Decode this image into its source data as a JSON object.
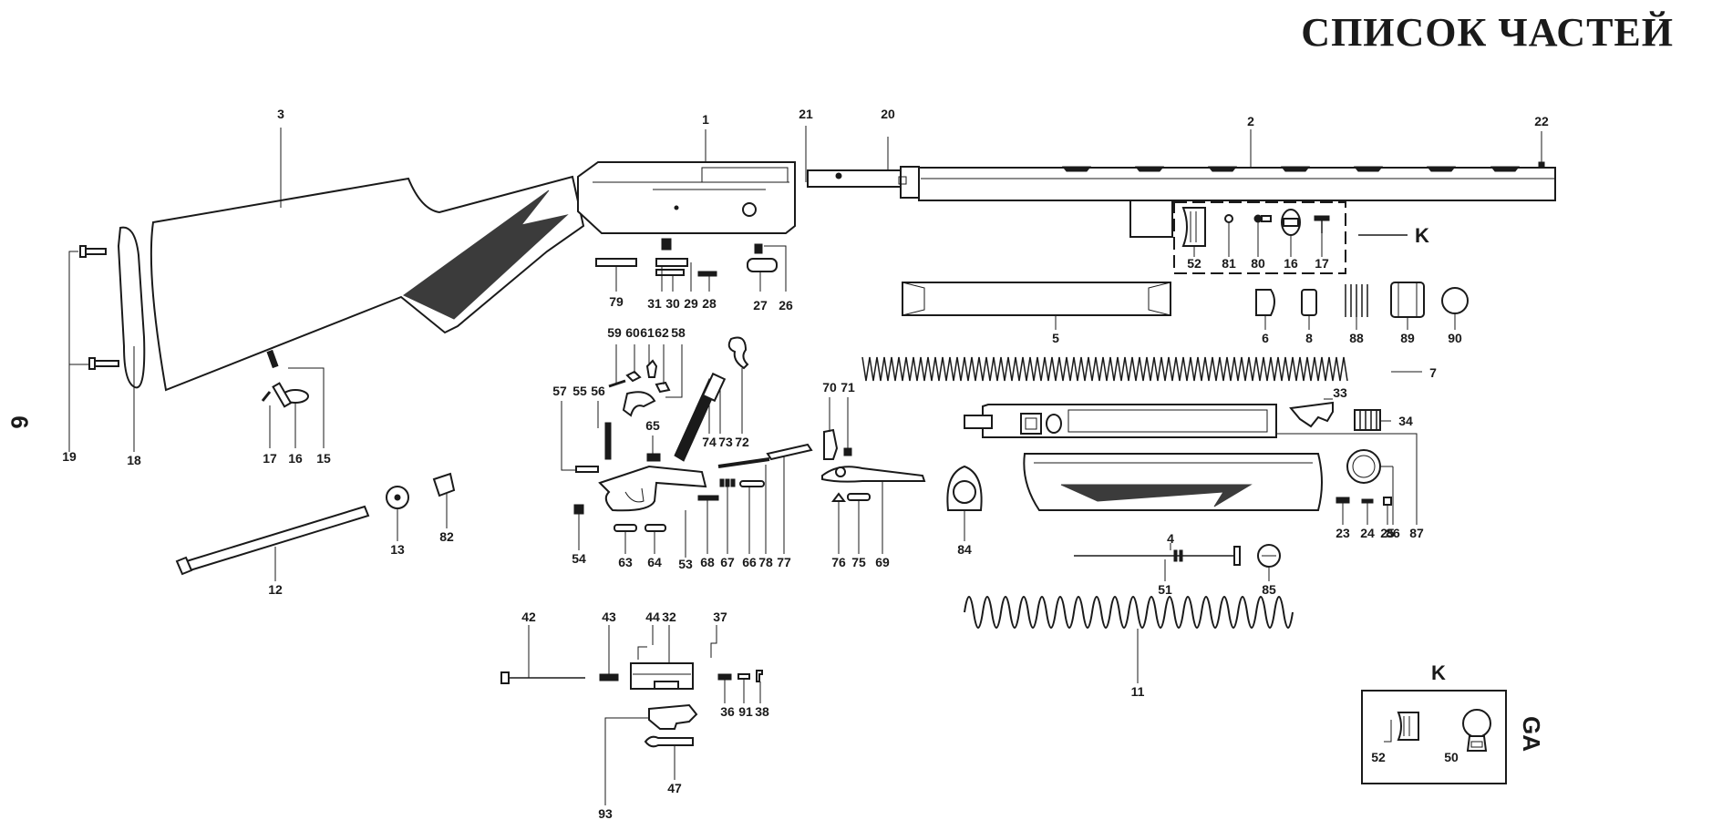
{
  "title": "СПИСОК ЧАСТЕЙ",
  "page_number": "6",
  "kit_label": "K",
  "ga_label": "GA",
  "parts": {
    "p1": "1",
    "p2": "2",
    "p3": "3",
    "p4": "4",
    "p5": "5",
    "p6": "6",
    "p7": "7",
    "p8": "8",
    "p11": "11",
    "p12": "12",
    "p13": "13",
    "p15": "15",
    "p16": "16",
    "p17": "17",
    "p18": "18",
    "p19": "19",
    "p20": "20",
    "p21": "21",
    "p22": "22",
    "p23": "23",
    "p24": "24",
    "p25": "25",
    "p26": "26",
    "p27": "27",
    "p28": "28",
    "p29": "29",
    "p30": "30",
    "p31": "31",
    "p32": "32",
    "p33": "33",
    "p34": "34",
    "p36": "36",
    "p37": "37",
    "p38": "38",
    "p42": "42",
    "p43": "43",
    "p44": "44",
    "p47": "47",
    "p50": "50",
    "p51": "51",
    "p52": "52",
    "p53": "53",
    "p54": "54",
    "p55": "55",
    "p56": "56",
    "p57": "57",
    "p58": "58",
    "p59": "59",
    "p60": "60",
    "p61": "61",
    "p62": "62",
    "p63": "63",
    "p64": "64",
    "p65": "65",
    "p66": "66",
    "p67": "67",
    "p68": "68",
    "p69": "69",
    "p70": "70",
    "p71": "71",
    "p72": "72",
    "p73": "73",
    "p74": "74",
    "p75": "75",
    "p76": "76",
    "p77": "77",
    "p78": "78",
    "p79": "79",
    "p80": "80",
    "p81": "81",
    "p82": "82",
    "p84": "84",
    "p85": "85",
    "p86": "86",
    "p87": "87",
    "p88": "88",
    "p89": "89",
    "p90": "90",
    "p91": "91",
    "p93": "93"
  }
}
